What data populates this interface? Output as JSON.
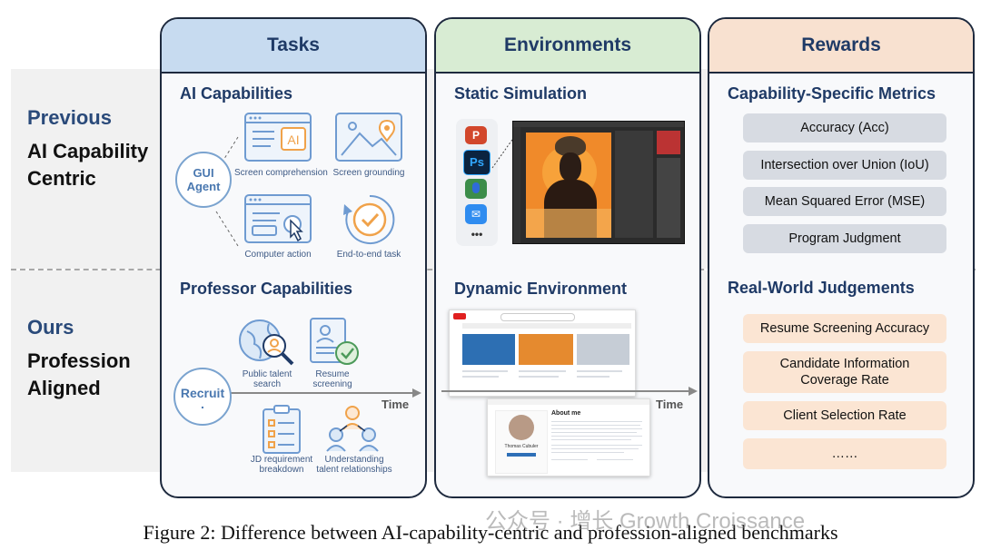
{
  "rows": {
    "previous": {
      "tag": "Previous",
      "line1": "AI Capability",
      "line2": "Centric"
    },
    "ours": {
      "tag": "Ours",
      "line1": "Profession",
      "line2": "Aligned"
    }
  },
  "panels": {
    "tasks": {
      "title": "Tasks",
      "top_section": "AI Capabilities",
      "agent_line1": "GUI",
      "agent_line2": "Agent",
      "items_top": [
        "Screen comprehension",
        "Screen grounding",
        "Computer action",
        "End-to-end task"
      ],
      "bottom_section": "Professor Capabilities",
      "recruit_label": "Recruit",
      "items_bottom": [
        {
          "line1": "Public talent",
          "line2": "search"
        },
        {
          "line1": "Resume",
          "line2": "screening"
        },
        {
          "line1": "JD requirement",
          "line2": "breakdown"
        },
        {
          "line1": "Understanding",
          "line2": "talent relationships"
        }
      ],
      "time_label": "Time"
    },
    "environments": {
      "title": "Environments",
      "top_section": "Static Simulation",
      "bottom_section": "Dynamic Environment",
      "time_label": "Time",
      "about_me": "About me",
      "profile_name": "Thomas Cubuler"
    },
    "rewards": {
      "title": "Rewards",
      "top_section": "Capability-Specific Metrics",
      "metrics": [
        "Accuracy (Acc)",
        "Intersection over Union (IoU)",
        "Mean Squared Error (MSE)",
        "Program Judgment"
      ],
      "bottom_section": "Real-World Judgements",
      "judgements": [
        "Resume Screening Accuracy",
        "Candidate Information Coverage Rate",
        "Client Selection Rate",
        "……"
      ]
    }
  },
  "caption": "Figure 2: Difference between AI-capability-centric and profession-aligned benchmarks",
  "watermark": "公众号 · 增长 Growth Croissance",
  "colors": {
    "navy": "#1f3a66",
    "tasks_head": "#c7dbf0",
    "env_head": "#d8ecd3",
    "rewards_head": "#f8e1d0",
    "icon_blue": "#6f9bd1",
    "icon_orange": "#f0a24a"
  }
}
